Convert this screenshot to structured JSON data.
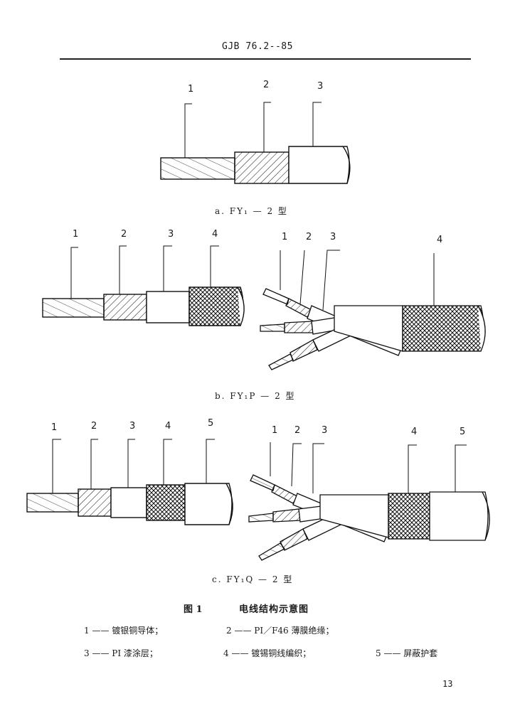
{
  "header": {
    "standard": "GJB 76.2--85"
  },
  "figures": [
    {
      "id": "a",
      "caption": "a. FY₁ — 2 型",
      "labels": [
        "1",
        "2",
        "3"
      ]
    },
    {
      "id": "b",
      "caption": "b. FY₁P — 2 型",
      "labels_left": [
        "1",
        "2",
        "3",
        "4"
      ],
      "labels_right": [
        "1",
        "2",
        "3",
        "4"
      ]
    },
    {
      "id": "c",
      "caption": "c. FY₁Q — 2 型",
      "labels_left": [
        "1",
        "2",
        "3",
        "4",
        "5"
      ],
      "labels_right": [
        "1",
        "2",
        "3",
        "4",
        "5"
      ]
    }
  ],
  "figure_title": {
    "number": "图 1",
    "title": "电线结构示意图"
  },
  "legend": [
    "1 —— 镀银铜导体；",
    "2 —— PI／F46 薄膜绝缘；",
    "3 —— PI 漆涂层；",
    "4 —— 镀锡铜线编织；",
    "5 —— 屏蔽护套"
  ],
  "page_number": "13"
}
